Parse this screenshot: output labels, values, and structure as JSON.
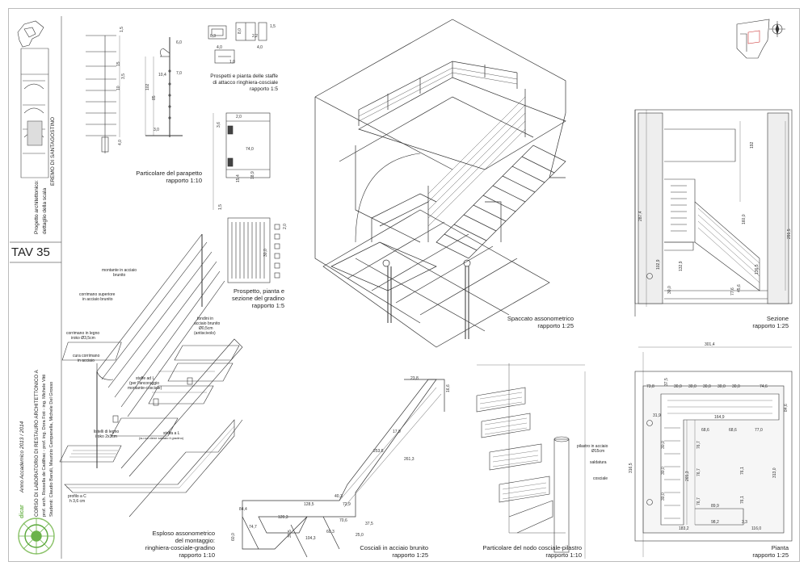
{
  "sheet": {
    "tav_label": "TAV 35",
    "sidebar": {
      "site": "EREMO DI SANTAGOSTINO",
      "project": "Progetto architettonico:",
      "project_sub": "dettaglio della scala",
      "logo_text": "dicar",
      "year": "Anno Accademico 2013 / 2014",
      "course": "CORSO DI LABORATORIO DI RESTAURO ARCHITETTONICO A",
      "profs": "prof. arch. Rossella de Cadilhac - prof. ing. Dora Foti - ing. Michele Vitti",
      "students": "Studenti: Claudio Baruili, Maurizio Campanella, Michele Del Grosso"
    },
    "drawings": {
      "parapetto": {
        "title": "Particolare del parapetto",
        "scale": "rapporto 1:10"
      },
      "staffe": {
        "title1": "Prospetti e pianta delle staffe",
        "title2": "di attacco ringhiera-cosciale",
        "scale": "rapporto 1:5"
      },
      "gradino": {
        "title1": "Prospetto, pianta e",
        "title2": "sezione del gradino",
        "scale": "rapporto 1:5"
      },
      "spaccato": {
        "title": "Spaccato assonometrico",
        "scale": "rapporto 1:25"
      },
      "sezione": {
        "title": "Sezione",
        "scale": "rapporto 1:25"
      },
      "pianta": {
        "title": "Pianta",
        "scale": "rapporto 1:25"
      },
      "esploso": {
        "title1": "Esploso assonometrico",
        "title2": "del montaggio:",
        "title3": "ringhiera-cosciale-gradino",
        "scale": "rapporto 1:10"
      },
      "cosciali": {
        "title": "Cosciali in acciaio brunito",
        "scale": "rapporto 1:25"
      },
      "nodo": {
        "title": "Particolare del nodo cosciale-pilastro",
        "scale": "rapporto 1:10"
      }
    },
    "annotations": {
      "montante": "montante in acciaio",
      "montante2": "brunito",
      "corrimano_sup": "corrimano superiore",
      "corrimano_sup2": "in acciaio brunito",
      "corrimano_legno": "corrimano in  legno",
      "corrimano_legno2": "iroko Ø3,5cm",
      "cura": "cura corrimano",
      "cura2": "in acciaio",
      "tondini": "tondini in",
      "tondini2": "acciaio brunito",
      "tondini3": "Ø0,5cm",
      "tondini4": "(antiscivolo)",
      "staffe_l": "staffe ad L",
      "staffe_l2": "(per l'ancoraggio",
      "staffe_l3": "montante-cosciale)",
      "listelli": "listelli di legno",
      "listelli2": "iroko 2x3cm",
      "staffa": "staffa a L",
      "staffa2": "(su cui viene saldato il gradino)",
      "profilo": "profilo a C",
      "profilo2": "h 3,6 cm",
      "pilastro": "pilastro in acciaio",
      "pilastro2": "Ø15cm",
      "saldatura": "saldatura",
      "cosciale": "cosciale"
    },
    "dims": {
      "p1": "1,5",
      "p2": "15",
      "p3": "10",
      "p4": "102",
      "p5": "85",
      "p6": "3,5",
      "p7": "4,0",
      "p8": "6,0",
      "p9": "7,0",
      "p10": "10,4",
      "p11": "3,0",
      "s1": "0,3",
      "s2": "4,0",
      "s3": "8,0",
      "s4": "2,2",
      "s5": "1,5",
      "s6": "1,0",
      "g1": "3,6",
      "g2": "2,0",
      "g3": "74,0",
      "g4": "15,4",
      "g5": "18,9",
      "g6": "30,0",
      "g7": "2,0",
      "se1": "192",
      "se2": "287,4",
      "se3": "160,0",
      "se4": "291,5",
      "se5": "132,9",
      "se6": "102,9",
      "se7": "30,0",
      "se8": "77,6",
      "se9": "45,6",
      "se10": "136,5",
      "pi1": "301,4",
      "pi2": "73,8",
      "pi3": "37,5",
      "pi4": "30,0",
      "pi5": "74,6",
      "pi6": "164,9",
      "pi7": "68,6",
      "pi8": "77,0",
      "pi9": "84,6",
      "pi10": "316,5",
      "pi11": "265,3",
      "pi12": "76,7",
      "pi13": "89,9",
      "pi14": "183,2",
      "pi15": "98,2",
      "pi16": "116,0",
      "pi17": "3,3",
      "pi18": "313,0",
      "pi19": "76,1",
      "pi20": "31,9",
      "c1": "23,8",
      "c2": "16,6",
      "c3": "17,9",
      "c4": "253,8",
      "c5": "261,3",
      "c6": "40,3",
      "c7": "72,9",
      "c8": "128,5",
      "c9": "120,3",
      "c10": "84,4",
      "c11": "74,7",
      "c12": "60,0",
      "c13": "70,6",
      "c14": "25,0",
      "c15": "104,3",
      "c16": "60,3",
      "c17": "37,5"
    }
  }
}
